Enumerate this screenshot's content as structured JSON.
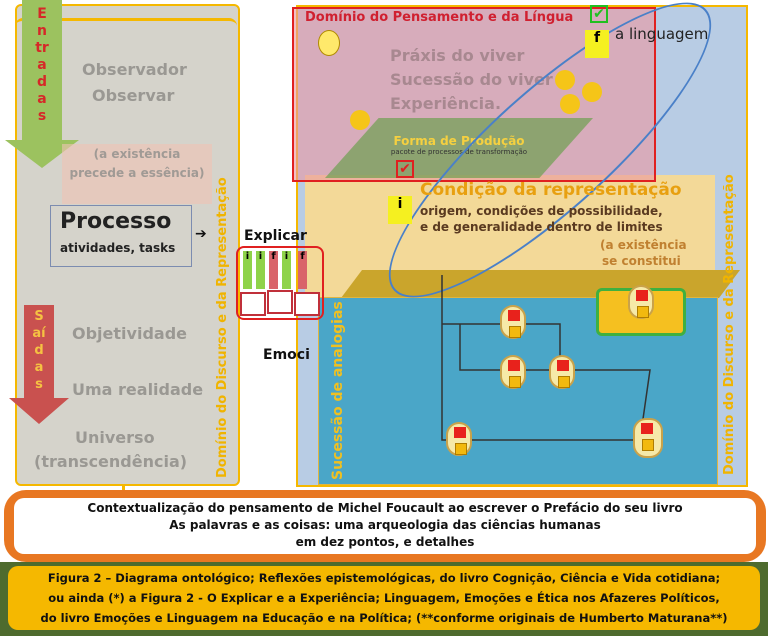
{
  "left_panel": {
    "entradas": "Entradas",
    "observador": "Observador",
    "observar": "Observar",
    "existencia_precede": "(a existência precede a essência)",
    "processo": "Processo",
    "atividades": "atividades, tasks",
    "saidas": "Saídas",
    "objetividade": "Objetividade",
    "uma_realidade": "Uma realidade",
    "universo": "Universo",
    "transcendencia": "(transcendência)",
    "dominio_discurso": "Domínio do Discurso e da Representação"
  },
  "right_panel": {
    "dominio_pensamento": "Domínio do Pensamento e da Língua",
    "a_linguagem": "a linguagem",
    "praxis": "Práxis do viver",
    "sucessao_viver": "Sucessão do viver",
    "experiencia": "Experiência.",
    "forma_producao": "Forma de Produção",
    "pacote": "pacote de processos de transformação",
    "condicao": "Condição da representação",
    "origem": "origem, condições de possibilidade,",
    "generalidade": "e de generalidade dentro de limites",
    "explicar": "Explicar",
    "emoci": "Emoci",
    "existencia_constitui_1": "(a existência",
    "existencia_constitui_2": "se constitui",
    "sucessao_analogias": "Sucessão de analogias",
    "dominio_discurso": "Domínio do Discurso e da Representação",
    "tab_i": "i",
    "tab_f": "f"
  },
  "context_box": {
    "line1": "Contextualização do pensamento de Michel Foucault ao escrever o Prefácio do seu livro",
    "line2": "As palavras e as coisas: uma arqueologia das ciências humanas",
    "line3": "em dez pontos, e detalhes"
  },
  "caption": {
    "line1": "Figura 2 – Diagrama ontológico; Reflexões epistemológicas, do livro Cognição, Ciência e Vida cotidiana;",
    "line2": "ou ainda (*) a Figura 2 - O Explicar e a Experiência; Linguagem, Emoções e Ética nos Afazeres Políticos,",
    "line3": "do livro Emoções e Linguagem na Educação e na Política; (**conforme originais de Humberto Maturana**)"
  },
  "colors": {
    "orange": "#e87722",
    "gold": "#f5b800",
    "sea": "#4aa6c8",
    "green_band": "#4e6b2e"
  }
}
